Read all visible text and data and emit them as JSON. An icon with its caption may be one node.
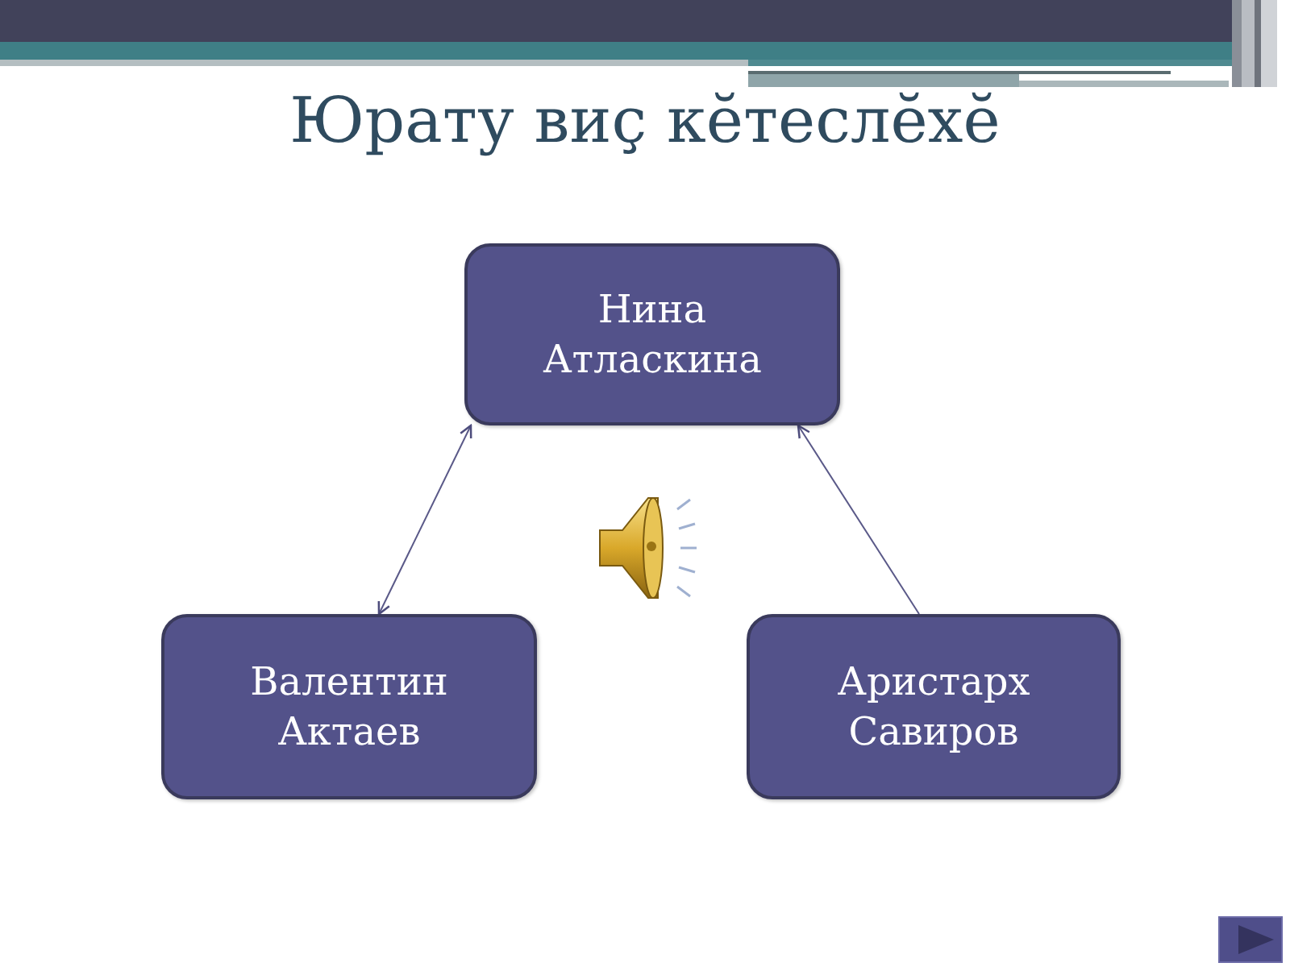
{
  "diagram": {
    "title": "Юрату виç кĕтеслĕхĕ",
    "nodes": [
      {
        "text": [
          "Нина Атласкина"
        ]
      },
      {
        "text": [
          "Валентин Актаев"
        ]
      },
      {
        "text": [
          "Аристарх Савиров"
        ]
      }
    ],
    "edges": [
      {
        "from": 0,
        "to": 1,
        "arrow": "both"
      },
      {
        "from": 2,
        "to": 0,
        "arrow": "to"
      }
    ]
  }
}
